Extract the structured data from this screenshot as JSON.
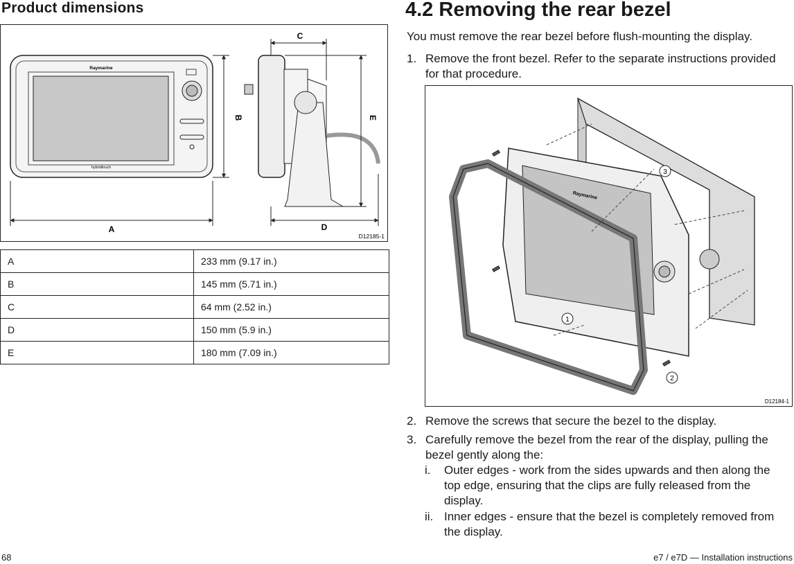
{
  "left": {
    "heading": "Product dimensions",
    "figure_id": "D12185-1",
    "dimension_labels": [
      "A",
      "B",
      "C",
      "D",
      "E"
    ],
    "device_brand": "Raymarine",
    "device_footer": "hybridtouch",
    "table": [
      {
        "label": "A",
        "value": "233 mm (9.17 in.)"
      },
      {
        "label": "B",
        "value": "145 mm (5.71 in.)"
      },
      {
        "label": "C",
        "value": "64 mm (2.52 in.)"
      },
      {
        "label": "D",
        "value": "150 mm (5.9 in.)"
      },
      {
        "label": "E",
        "value": "180 mm (7.09 in.)"
      }
    ]
  },
  "right": {
    "heading": "4.2 Removing the rear bezel",
    "intro": "You must remove the rear bezel before flush-mounting the display.",
    "step1_num": "1.",
    "step1_text": "Remove the front bezel.  Refer to the separate instructions provided for that procedure.",
    "figure_id": "D12184-1",
    "callouts": [
      "1",
      "2",
      "3"
    ],
    "step2_num": "2.",
    "step2_text": "Remove the screws that secure the bezel to the display.",
    "step3_num": "3.",
    "step3_text": "Carefully remove the bezel from the rear of the display, pulling the bezel gently along the:",
    "sub_i_num": "i.",
    "sub_i_text": "Outer edges - work from the sides upwards and then along the top edge, ensuring that the clips are fully released from the display.",
    "sub_ii_num": "ii.",
    "sub_ii_text": "Inner edges - ensure that the bezel is completely removed from the display."
  },
  "footer": {
    "page_number": "68",
    "doc_title": "e7 / e7D — Installation instructions"
  }
}
